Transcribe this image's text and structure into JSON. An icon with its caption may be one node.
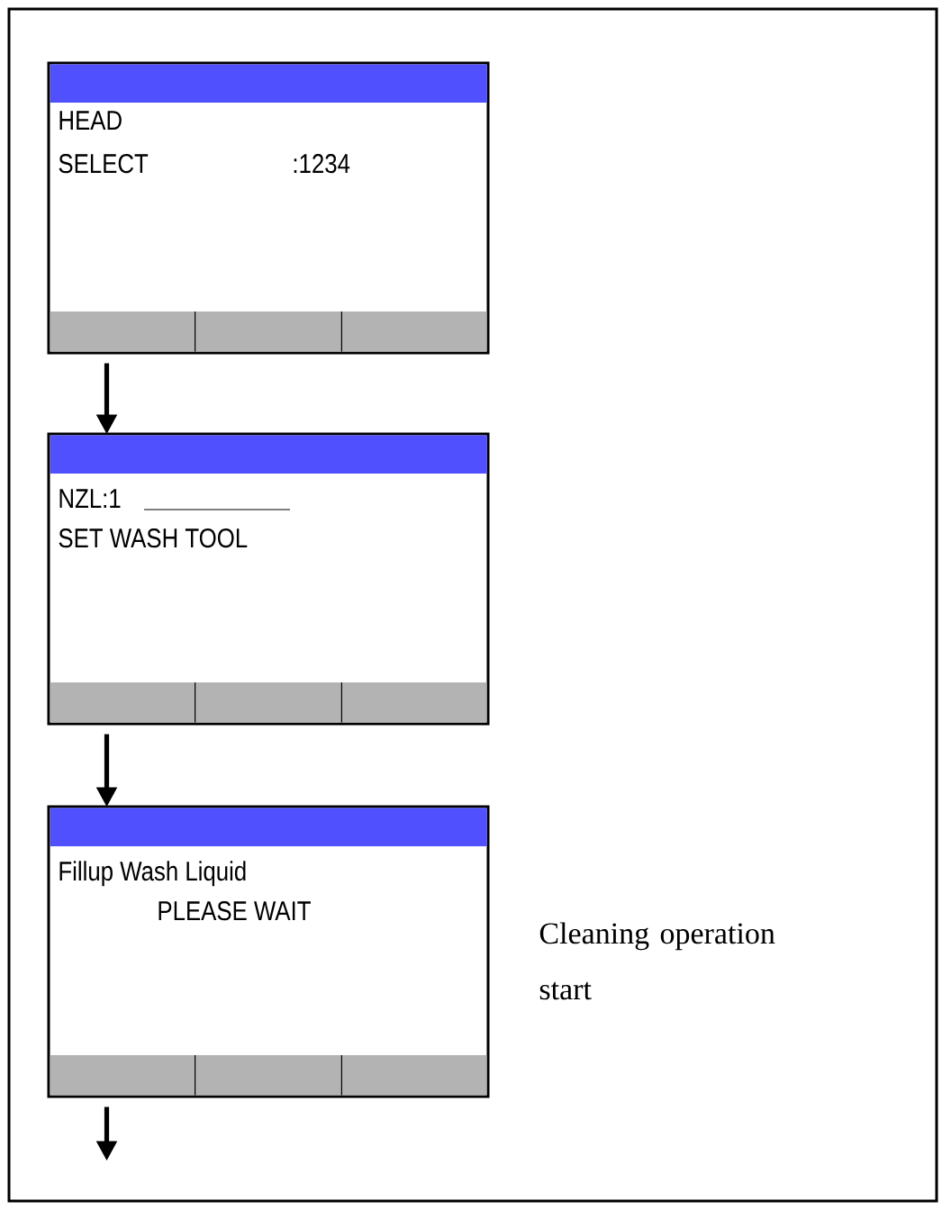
{
  "diagram": {
    "nodes": [
      {
        "text": [
          "HEAD",
          "SELECT",
          ":1234"
        ]
      },
      {
        "text": [
          "NZL:1",
          "SET WASH TOOL"
        ]
      },
      {
        "text": [
          "Fillup Wash Liquid",
          "PLEASE WAIT"
        ],
        "beside": [
          "Cleaning operation start"
        ]
      }
    ],
    "edges": [
      {
        "from": 0,
        "to": 1,
        "arrow": "to"
      },
      {
        "from": 1,
        "to": 2,
        "arrow": "to"
      },
      {
        "from": 2,
        "to": null,
        "arrow": "to"
      }
    ]
  }
}
